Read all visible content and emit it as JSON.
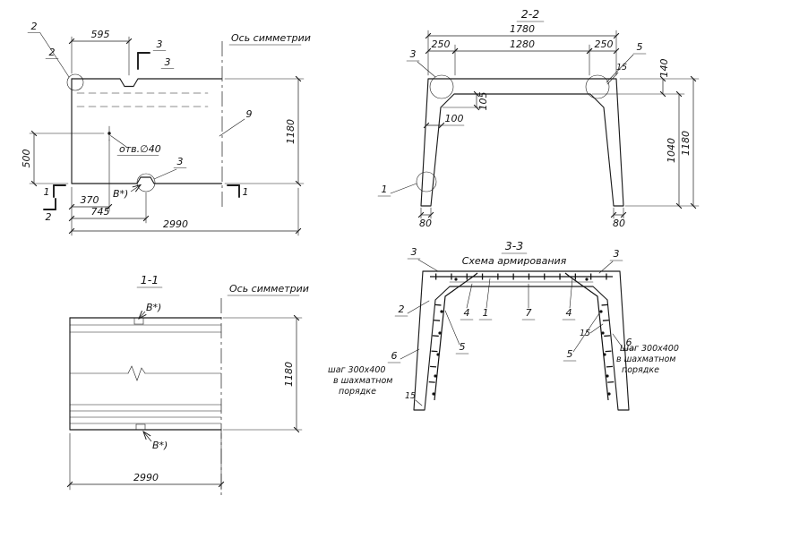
{
  "plan": {
    "detail_mark_top": "2",
    "detail_mark_corner": "2",
    "dim_top": "595",
    "section_mark_3a": "3",
    "section_mark_3b": "3",
    "axis_label": "Ось симметрии",
    "item_9": "9",
    "hole_label": "отв.∅40",
    "dim_left": "500",
    "detail_mark_3_bottom": "3",
    "footnote": "В*)",
    "section_mark_1_left": "1",
    "section_mark_1_right": "1",
    "section_mark_2_bottom": "2",
    "dim_370": "370",
    "dim_745": "745",
    "dim_2990": "2990",
    "dim_1180": "1180"
  },
  "section_2_2": {
    "title": "2-2",
    "dim_1780": "1780",
    "dim_250_left": "250",
    "dim_1280": "1280",
    "dim_250_right": "250",
    "mark_3": "3",
    "mark_5": "5",
    "dim_15": "15",
    "dim_140": "140",
    "dim_1040": "1040",
    "dim_1180": "1180",
    "dim_100": "100",
    "dim_105": "105",
    "dim_80_left": "80",
    "dim_80_right": "80",
    "mark_1": "1"
  },
  "section_1_1": {
    "title": "1-1",
    "axis_label": "Ось симметрии",
    "footnote_top": "В*)",
    "footnote_bottom": "В*)",
    "dim_1180": "1180",
    "dim_2990": "2990"
  },
  "section_3_3": {
    "title": "3-3",
    "subtitle": "Схема армирования",
    "mark_3_left": "3",
    "mark_3_right": "3",
    "mark_2": "2",
    "mark_4_left": "4",
    "mark_1": "1",
    "mark_7": "7",
    "mark_4_right": "4",
    "mark_5_left": "5",
    "mark_5_right": "5",
    "mark_6_left": "6",
    "mark_6_right": "6",
    "dim_15_right": "15",
    "dim_15_left": "15",
    "note_left": [
      "шаг 300х400",
      "в шахматном",
      "порядке"
    ],
    "note_right": [
      "Шаг 300х400",
      "в шахматном",
      "порядке"
    ]
  }
}
